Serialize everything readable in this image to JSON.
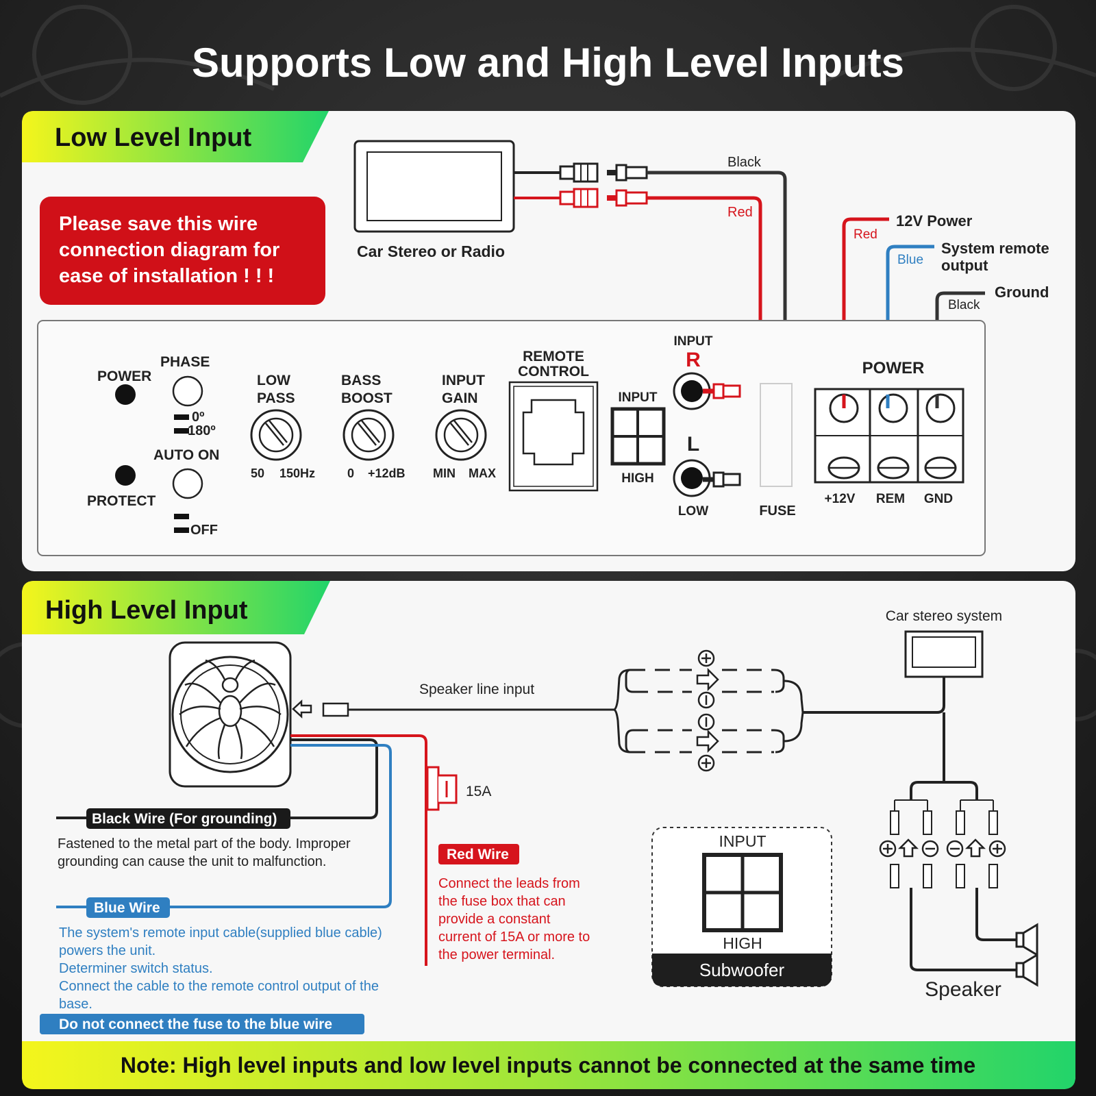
{
  "title": "Supports Low and High Level Inputs",
  "low": {
    "heading": "Low Level Input",
    "notice": [
      "Please save this wire",
      "connection diagram for",
      "ease of installation ! ! !"
    ],
    "stereo_label": "Car Stereo or Radio",
    "wire_black": "Black",
    "wire_red": "Red",
    "power_wires": {
      "red": "Red",
      "red_label": "12V Power",
      "blue": "Blue",
      "blue_label_1": "System remote",
      "blue_label_2": "output",
      "black": "Black",
      "black_label": "Ground"
    },
    "panel": {
      "power": "POWER",
      "protect": "PROTECT",
      "phase": "PHASE",
      "phase_0": "0º",
      "phase_180": "180º",
      "auto_on": "AUTO ON",
      "auto_off": "OFF",
      "low_pass_1": "LOW",
      "low_pass_2": "PASS",
      "low_pass_min": "50",
      "low_pass_max": "150Hz",
      "bass_1": "BASS",
      "bass_2": "BOOST",
      "bass_min": "0",
      "bass_max": "+12dB",
      "gain_1": "INPUT",
      "gain_2": "GAIN",
      "gain_min": "MIN",
      "gain_max": "MAX",
      "remote_1": "REMOTE",
      "remote_2": "CONTROL",
      "input_high_top": "INPUT",
      "input_high_bottom": "HIGH",
      "input_r_top": "INPUT",
      "input_r": "R",
      "input_l": "L",
      "input_low": "LOW",
      "fuse": "FUSE",
      "power_block": "POWER",
      "t_12v": "+12V",
      "t_rem": "REM",
      "t_gnd": "GND"
    }
  },
  "high": {
    "heading": "High Level Input",
    "speaker_line": "Speaker line input",
    "car_stereo": "Car stereo system",
    "fuse_rating": "15A",
    "black_wire": "Black Wire  (For grounding)",
    "black_desc": [
      "Fastened to the metal part of the body. Improper",
      "grounding can cause the unit to malfunction."
    ],
    "blue_wire": "Blue Wire",
    "blue_desc": [
      "The system's remote input cable(supplied blue cable)",
      "powers the unit.",
      "Determiner switch status.",
      "Connect the cable to the remote control output of the",
      "base."
    ],
    "blue_warning": "Do not connect the fuse to the blue wire",
    "red_wire": "Red Wire",
    "red_desc": [
      "Connect the leads from",
      "the fuse box that can",
      "provide a constant",
      "current of 15A or more to",
      "the power terminal."
    ],
    "input_top": "INPUT",
    "input_bottom": "HIGH",
    "subwoofer": "Subwoofer",
    "speaker": "Speaker"
  },
  "note": "Note: High level inputs and low level inputs cannot be connected at the same time",
  "colors": {
    "red": "#d6141c",
    "blue": "#2f7fc1",
    "black": "#1a1a1a",
    "accent_green": "#2ed66b",
    "accent_yellow": "#f2f51a"
  }
}
